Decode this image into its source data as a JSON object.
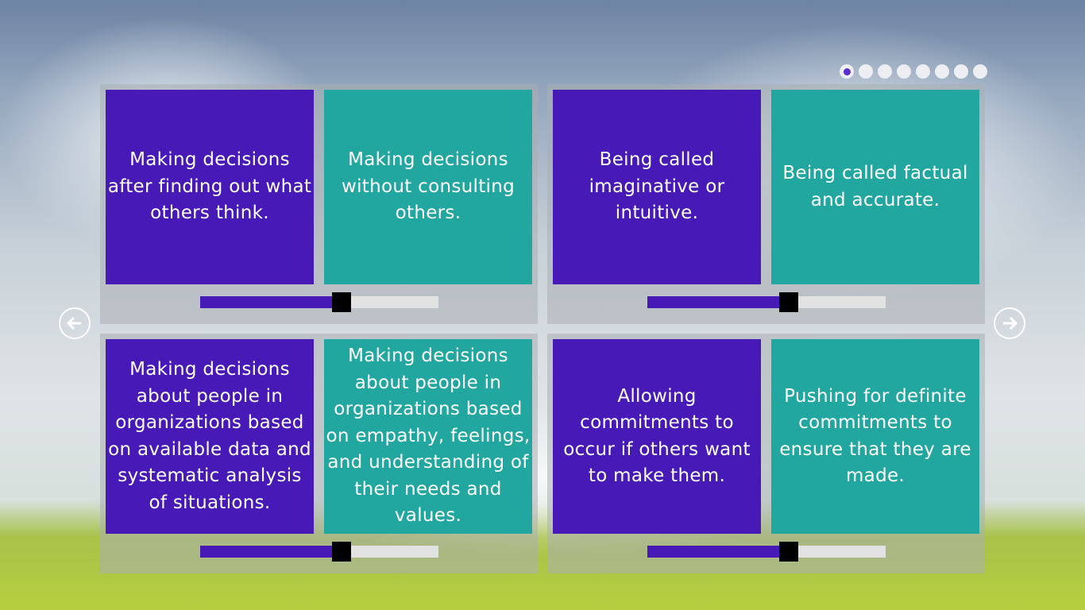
{
  "pager": {
    "count": 8,
    "active": 0
  },
  "nav": {
    "prev_icon": "arrow-left-icon",
    "next_icon": "arrow-right-icon"
  },
  "pairs": [
    {
      "left": "Making decisions after finding out what others think.",
      "right": "Making decisions without consulting others.",
      "value": 0.6
    },
    {
      "left": "Being called imaginative or intuitive.",
      "right": "Being called factual and accurate.",
      "value": 0.6
    },
    {
      "left": "Making decisions about people in organizations based on available data and systematic analysis of situations.",
      "right": "Making decisions about people in organizations based on empathy, feelings, and understanding of their needs and values.",
      "value": 0.6
    },
    {
      "left": "Allowing commitments to occur if others want to make them.",
      "right": "Pushing for definite commitments to ensure that they are made.",
      "value": 0.6
    }
  ],
  "colors": {
    "left": "#4719b7",
    "right": "#22a7a0"
  }
}
